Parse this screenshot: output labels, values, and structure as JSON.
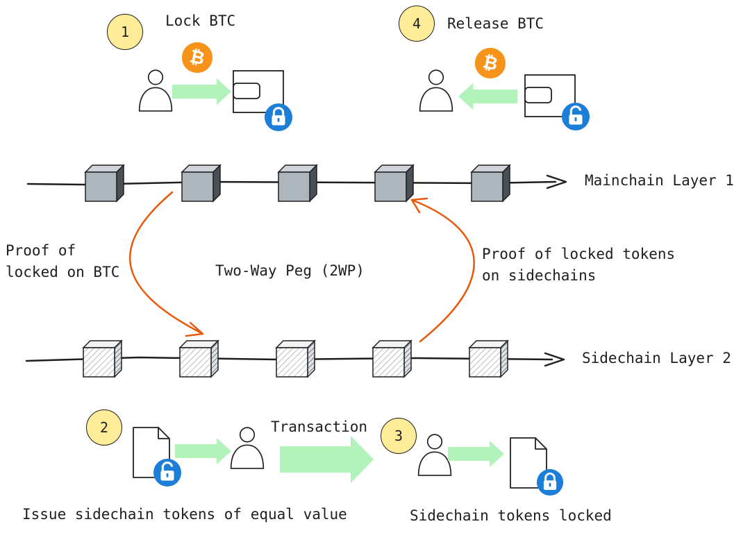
{
  "steps": [
    {
      "number": "1",
      "label": "Lock BTC"
    },
    {
      "number": "4",
      "label": "Release BTC"
    },
    {
      "number": "2",
      "label": "Issue sidechain tokens of equal value"
    },
    {
      "number": "3",
      "label": "Sidechain tokens locked"
    }
  ],
  "layers": {
    "mainchain": "Mainchain Layer 1",
    "sidechain": "Sidechain Layer 2"
  },
  "peg": {
    "title": "Two-Way Peg (2WP)",
    "proof_left": [
      "Proof of",
      "locked on BTC"
    ],
    "proof_right": [
      "Proof of locked tokens",
      "on sidechains"
    ]
  },
  "transaction_label": "Transaction",
  "icons": {
    "bitcoin": "bitcoin-coin-icon",
    "user": "user-icon",
    "wallet": "wallet-icon",
    "document": "document-icon",
    "lock_closed": "lock-closed-icon",
    "lock_open": "lock-open-icon"
  },
  "colors": {
    "badge": "#ffec99",
    "bitcoin": "#f7931a",
    "green_arrow": "#b2f2bb",
    "peg_arrow": "#e8590c",
    "lock": "#1c7ed6",
    "block_main": "#adb5bd"
  }
}
